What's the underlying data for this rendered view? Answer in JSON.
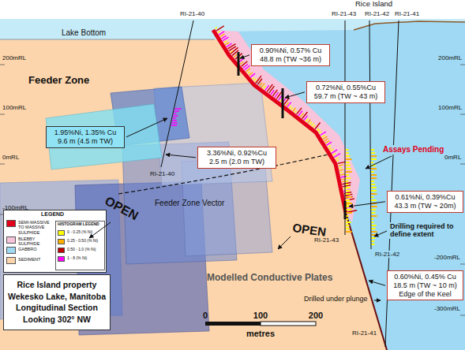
{
  "diagram": {
    "title": "Rice Island property Wekesko Lake, Manitoba Longitudinal Section Looking 302° NW",
    "nodes": [
      {
        "text": [
          "0.90%Ni, 0.57% Cu 48.8 m (TW ~36 m)"
        ]
      },
      {
        "text": [
          "0.72%Ni, 0.55%Cu 59.7 m (TW ~ 43 m)"
        ]
      },
      {
        "text": [
          "1.95%Ni, 1.35% Cu 9.6 m (4.5 m TW)"
        ]
      },
      {
        "text": [
          "3.36%Ni, 0.92%Cu 2.5 m (2.0 m TW)"
        ]
      },
      {
        "text": [
          "0.61%Ni, 0.39%Cu 43.3 m (TW ~ 20m)"
        ]
      },
      {
        "text": [
          "0.60%Ni, 0.45% Cu 18.5 m (TW ~ 10 m) Edge of the Keel"
        ]
      }
    ],
    "labels": [
      "Rice Island",
      "RI-21-43",
      "RI-21-42",
      "RI-21-41",
      "RI-21-40",
      "Lake Bottom",
      "200mRL",
      "100mRL",
      "0mRL",
      "-100mRL",
      "200mRL",
      "100mRL",
      "0mRL",
      "-200mRL",
      "-300mRL",
      "Feeder Zone",
      "OPEN",
      "Feeder Zone Vector",
      "OPEN",
      "Assays Pending",
      "Drilling required to define extent",
      "RI-21-40",
      "RI-21-43",
      "RI-21-42",
      "RI-21-41",
      "Modelled Conductive Plates",
      "Drilled under plunge",
      "0",
      "100",
      "200",
      "metres",
      "LEGEND",
      "HISTOGRAM LEGEND"
    ],
    "legend": [
      {
        "text": "SEMI-MASSIVE TO MASSIVE SULPHIDE",
        "color": "#e2001a"
      },
      {
        "text": "BLEBBY SULPHIDE",
        "color": "#f7c4dc"
      },
      {
        "text": "GABBRO",
        "color": "#9fd9f3"
      },
      {
        "text": "SEDIMENT",
        "color": "#fcd5ac"
      },
      {
        "text": "0 - 0.25 (% Ni)",
        "color": "#ffff00"
      },
      {
        "text": "0.25 - 0.50 (% Ni)",
        "color": "#ffb000"
      },
      {
        "text": "0.50 - 1.0 (% Ni)",
        "color": "#c00000"
      },
      {
        "text": "1 - 8 (% Ni)",
        "color": "#ff00ff"
      }
    ]
  }
}
